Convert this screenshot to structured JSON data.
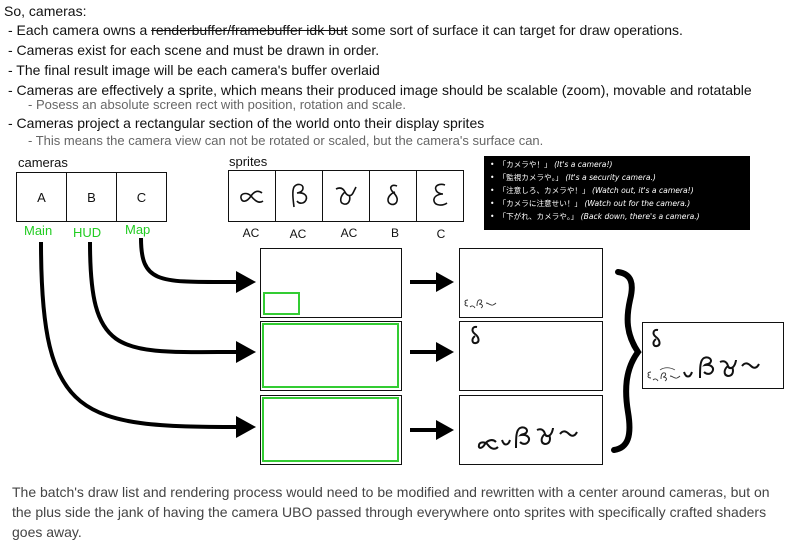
{
  "heading": "So, cameras:",
  "bullets": [
    {
      "prefix": "- Each camera owns a ",
      "struck": "renderbuffer/framebuffer idk but",
      "suffix": " some sort of surface it can target for draw operations."
    },
    {
      "prefix": "- Cameras exist for each scene and must be drawn in order.",
      "struck": "",
      "suffix": ""
    },
    {
      "prefix": "- The final result image will be each camera's buffer overlaid",
      "struck": "",
      "suffix": ""
    },
    {
      "prefix": "- Cameras are effectively a sprite, which means their produced image should be scalable (zoom), movable and rotatable",
      "struck": "",
      "suffix": ""
    }
  ],
  "sub1": "- Posess an absolute screen rect with position, rotation and scale.",
  "bullet5": "- Cameras project a rectangular section of the world onto their display sprites",
  "sub2": "- This means the camera view can not be rotated or scaled, but the camera's surface can.",
  "cameras_label": "cameras",
  "sprites_label": "sprites",
  "cameras": [
    {
      "id": "A",
      "name": "Main"
    },
    {
      "id": "B",
      "name": "HUD"
    },
    {
      "id": "C",
      "name": "Map"
    }
  ],
  "sprites": [
    {
      "glyph": "∝",
      "cams": "AC"
    },
    {
      "glyph": "ꞵ",
      "cams": "AC"
    },
    {
      "glyph": "ϭ",
      "cams": "AC"
    },
    {
      "glyph": "δ",
      "cams": "B"
    },
    {
      "glyph": "ε",
      "cams": "C"
    }
  ],
  "quotes": [
    {
      "jp": "「カメラや！」",
      "en": "(It's a camera!)"
    },
    {
      "jp": "「監視カメラや。」",
      "en": "(It's a security camera.)"
    },
    {
      "jp": "「注意しろ、カメラや！」",
      "en": "(Watch out, it's a camera!)"
    },
    {
      "jp": "「カメラに注意せい！」",
      "en": "(Watch out for the camera.)"
    },
    {
      "jp": "「下がれ、カメラや。」",
      "en": "(Back down, there's a camera.)"
    }
  ],
  "bottom_text": "The batch's draw list and rendering process would need to be modified and rewritten with a center around cameras, but on the plus side the jank of having the camera UBO passed through everywhere onto sprites with specifically crafted  shaders goes away.",
  "colors": {
    "accent_green": "#33cc33",
    "ink": "#111111"
  }
}
